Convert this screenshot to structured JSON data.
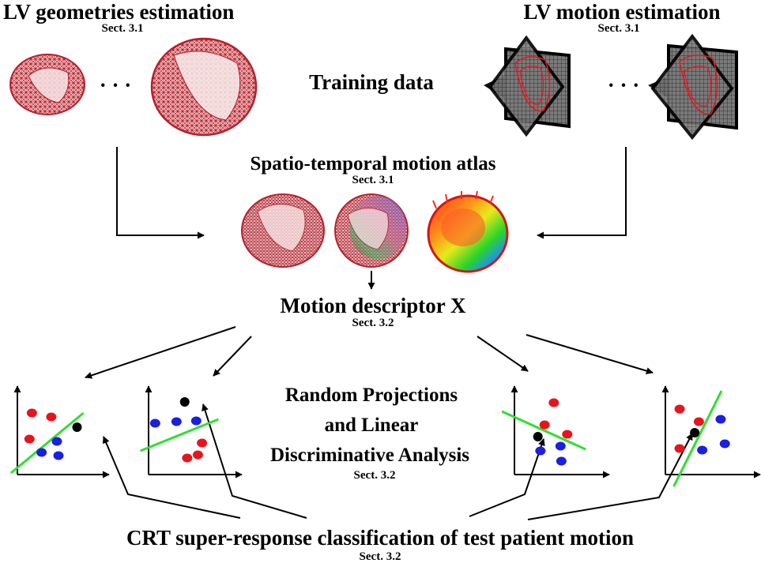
{
  "top_left": {
    "title": "LV geometries estimation",
    "sect": "Sect. 3.1",
    "ellipsis": "· · ·"
  },
  "top_right": {
    "title": "LV motion estimation",
    "sect": "Sect. 3.1",
    "ellipsis": "· · ·"
  },
  "training": {
    "label": "Training data"
  },
  "atlas": {
    "title": "Spatio-temporal motion atlas",
    "sect": "Sect. 3.1"
  },
  "descriptor": {
    "title": "Motion descriptor X",
    "sect": "Sect. 3.2"
  },
  "projections": {
    "line1": "Random Projections",
    "line2": "and Linear",
    "line3": "Discriminative Analysis",
    "sect": "Sect. 3.2"
  },
  "classification": {
    "title": "CRT super-response classification of test patient motion",
    "sect": "Sect. 3.2"
  },
  "colors": {
    "mesh": "#b5202b",
    "class_a": "#e8141c",
    "class_b": "#1b1fe0",
    "separator": "#2ee02e",
    "ink": "#000000"
  },
  "scatter_plots": [
    {
      "name": "plot-1",
      "red": [
        [
          0.18,
          0.78
        ],
        [
          0.42,
          0.73
        ],
        [
          0.15,
          0.45
        ]
      ],
      "blue": [
        [
          0.3,
          0.28
        ],
        [
          0.51,
          0.24
        ],
        [
          0.49,
          0.42
        ]
      ],
      "line": [
        [
          -0.08,
          0.02
        ],
        [
          0.82,
          0.78
        ]
      ],
      "test": [
        0.74,
        0.6
      ]
    },
    {
      "name": "plot-2",
      "red": [
        [
          0.65,
          0.4
        ],
        [
          0.6,
          0.25
        ],
        [
          0.47,
          0.21
        ]
      ],
      "blue": [
        [
          0.08,
          0.65
        ],
        [
          0.34,
          0.67
        ],
        [
          0.58,
          0.68
        ]
      ],
      "line": [
        [
          -0.1,
          0.3
        ],
        [
          0.85,
          0.7
        ]
      ],
      "test": [
        0.44,
        0.92
      ]
    },
    {
      "name": "plot-3",
      "red": [
        [
          0.47,
          0.91
        ],
        [
          0.36,
          0.63
        ],
        [
          0.63,
          0.51
        ]
      ],
      "blue": [
        [
          0.31,
          0.3
        ],
        [
          0.55,
          0.36
        ],
        [
          0.56,
          0.17
        ]
      ],
      "line": [
        [
          -0.15,
          0.8
        ],
        [
          0.85,
          0.32
        ]
      ],
      "test": [
        0.28,
        0.48
      ]
    },
    {
      "name": "plot-4",
      "red": [
        [
          0.17,
          0.83
        ],
        [
          0.4,
          0.67
        ],
        [
          0.17,
          0.33
        ]
      ],
      "blue": [
        [
          0.66,
          0.7
        ],
        [
          0.44,
          0.31
        ],
        [
          0.71,
          0.39
        ]
      ],
      "line": [
        [
          0.1,
          -0.15
        ],
        [
          0.67,
          1.06
        ]
      ],
      "test": [
        0.35,
        0.53
      ]
    }
  ]
}
